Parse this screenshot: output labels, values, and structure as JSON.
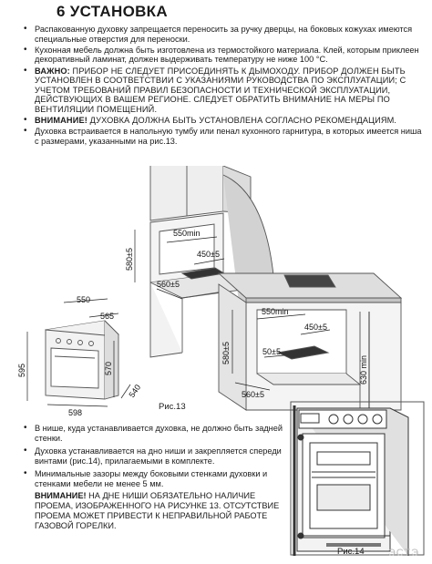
{
  "section_title": "6 УСТАНОВКА",
  "intro_items": [
    {
      "text": "Распакованную духовку запрещается переносить за ручку дверцы, на боковых кожухах имеются специальные отверстия для переноски."
    },
    {
      "text": "Кухонная мебель должна быть изготовлена из термостойкого материала. Клей, которым приклеен декоративный ламинат, должен выдерживать температуру не ниже 100 °C."
    },
    {
      "lead": "ВАЖНО:",
      "text": " ПРИБОР НЕ СЛЕДУЕТ ПРИСОЕДИНЯТЬ К ДЫМОХОДУ. ПРИБОР ДОЛЖЕН БЫТЬ УСТАНОВЛЕН В СООТВЕТСТВИИ С УКАЗАНИЯМИ РУКОВОДСТВА ПО ЭКСПЛУАТАЦИИ; С УЧЕТОМ ТРЕБОВАНИЙ ПРАВИЛ БЕЗОПАСНОСТИ И ТЕХНИЧЕСКОЙ ЭКСПЛУАТАЦИИ, ДЕЙСТВУЮЩИХ В ВАШЕМ РЕГИОНЕ. СЛЕДУЕТ ОБРАТИТЬ ВНИМАНИЕ НА МЕРЫ ПО ВЕНТИЛЯЦИИ ПОМЕЩЕНИЙ."
    },
    {
      "lead": "ВНИМАНИЕ!",
      "text": " ДУХОВКА ДОЛЖНА БЫТЬ УСТАНОВЛЕНА СОГЛАСНО РЕКОМЕНДАЦИЯМ."
    },
    {
      "text": "Духовка встраивается в напольную тумбу или пенал кухонного гарнитура, в которых имеется ниша с размерами, указанными на рис.13."
    }
  ],
  "figure13": {
    "caption": "Рис.13",
    "tall_cabinet": {
      "dim_550min": "550min",
      "dim_450": "450±5",
      "dim_580": "580±5",
      "dim_560": "560±5"
    },
    "oven": {
      "dim_550": "550",
      "dim_565": "565",
      "dim_595": "595",
      "dim_570": "570",
      "dim_598": "598",
      "dim_540": "540"
    },
    "base_cabinet": {
      "dim_550min": "550min",
      "dim_450": "450±5",
      "dim_50": "50±5",
      "dim_580": "580±5",
      "dim_630": "630 min",
      "dim_560": "560±5"
    }
  },
  "bottom_items": [
    {
      "text": "В нише, куда устанавливается духовка, не должно быть задней стенки."
    },
    {
      "text": "Духовка устанавливается на дно ниши и закрепляется спереди винтами (рис.14), прилагаемыми в комплекте."
    },
    {
      "text": "Минимальные зазоры между боковыми стенками духовки и стенками мебели не менее 5 мм."
    },
    {
      "lead": "ВНИМАНИЕ!",
      "text": " НА ДНЕ НИШИ ОБЯЗАТЕЛЬНО НАЛИЧИЕ ПРОЕМА, ИЗОБРАЖЕННОГО НА РИСУНКЕ 13. ОТСУТСТВИЕ ПРОЕМА МОЖЕТ ПРИВЕСТИ К НЕПРАВИЛЬНОЙ РАБОТЕ ГАЗОВОЙ ГОРЕЛКИ."
    }
  ],
  "figure14": {
    "caption": "Рис.14"
  },
  "watermark": "ЭСТЭ"
}
